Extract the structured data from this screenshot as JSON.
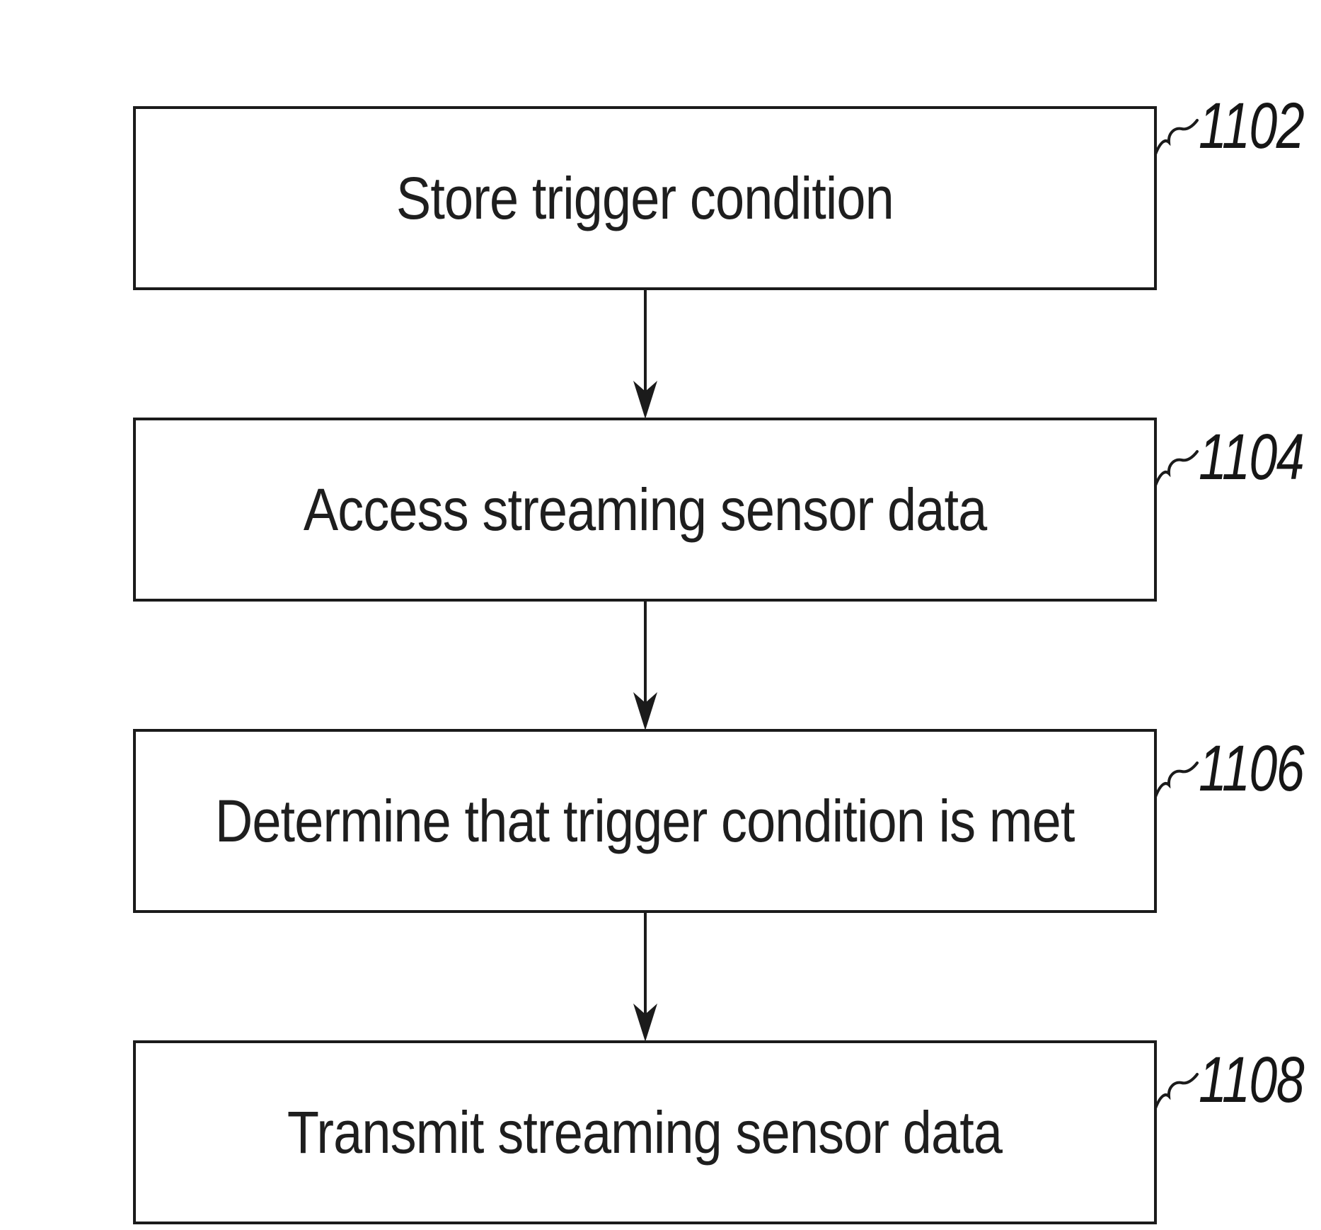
{
  "figure": {
    "type": "flowchart",
    "direction": "top-down",
    "colors": {
      "ink": "#1b1b1b",
      "text": "#1e1e1e",
      "background": "#ffffff"
    },
    "steps": [
      {
        "ref": "1102",
        "title": "Store trigger condition"
      },
      {
        "ref": "1104",
        "title": "Access streaming sensor data"
      },
      {
        "ref": "1106",
        "title": "Determine that trigger condition is met"
      },
      {
        "ref": "1108",
        "title": "Transmit streaming sensor data"
      }
    ],
    "connectors": [
      {
        "from": "1102",
        "to": "1104",
        "style": "arrow-down"
      },
      {
        "from": "1104",
        "to": "1106",
        "style": "arrow-down"
      },
      {
        "from": "1106",
        "to": "1108",
        "style": "arrow-down"
      }
    ]
  }
}
